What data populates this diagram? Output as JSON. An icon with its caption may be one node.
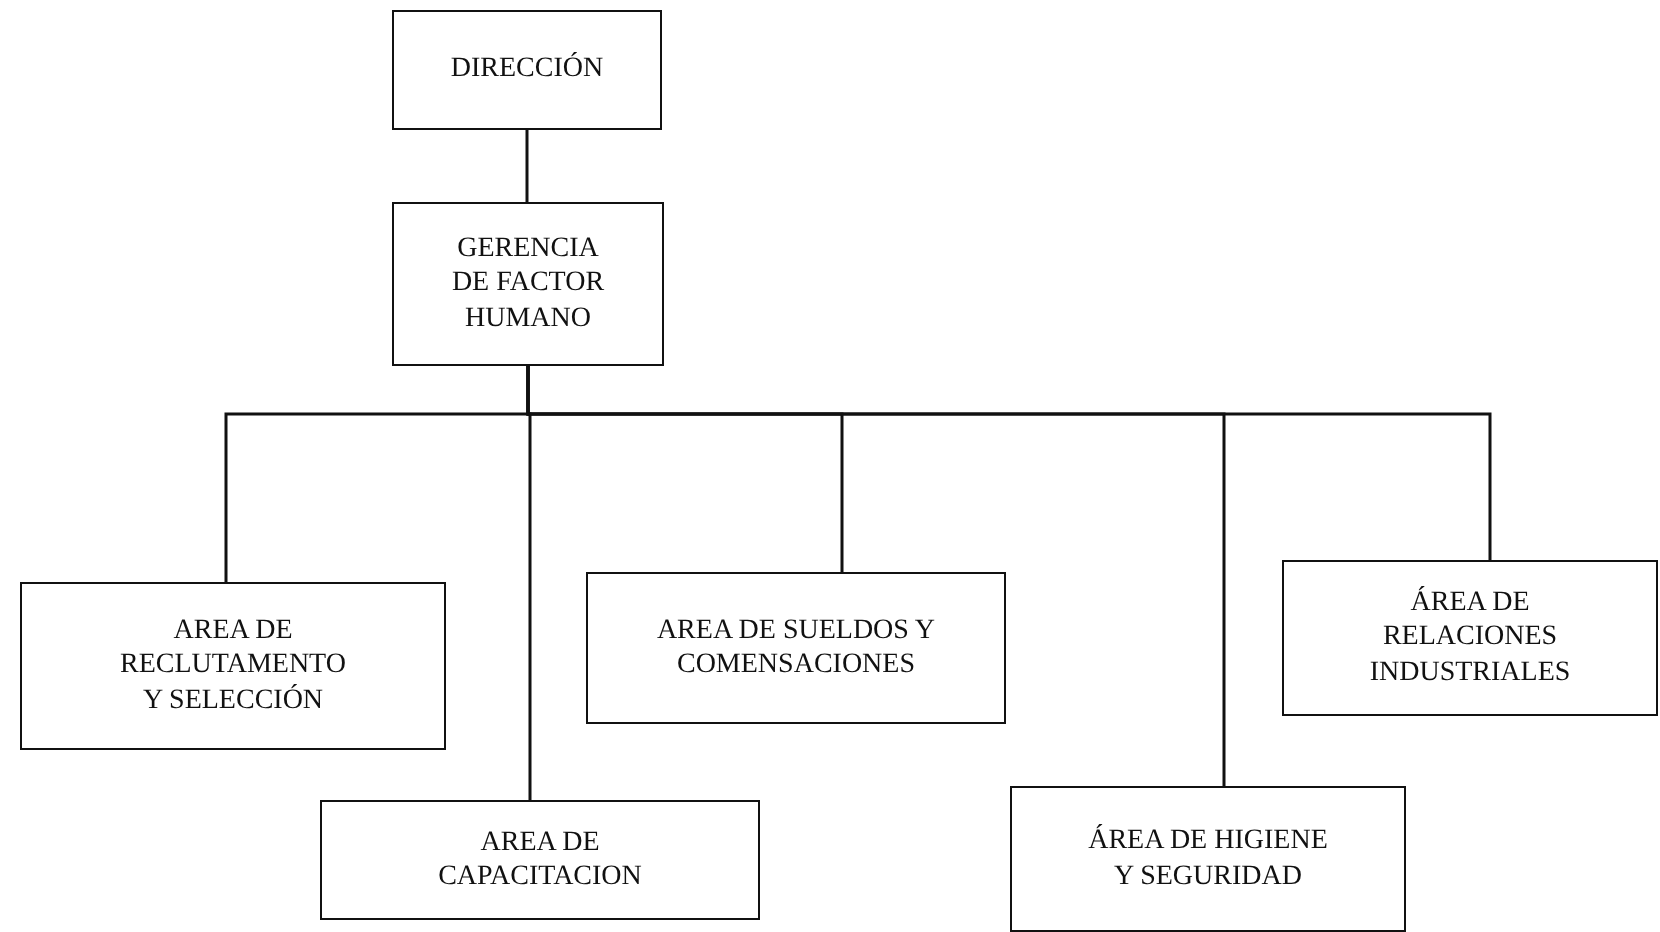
{
  "diagram": {
    "nodes": [
      {
        "text": [
          "DIRECCIÓN"
        ]
      },
      {
        "text": [
          "GERENCIA DE FACTOR HUMANO"
        ]
      },
      {
        "text": [
          "AREA DE RECLUTAMENTO Y SELECCIÓN"
        ]
      },
      {
        "text": [
          "AREA DE CAPACITACION"
        ]
      },
      {
        "text": [
          "AREA DE SUELDOS Y COMENSACIONES"
        ]
      },
      {
        "text": [
          "ÁREA DE HIGIENE Y SEGURIDAD"
        ]
      },
      {
        "text": [
          "ÁREA DE RELACIONES INDUSTRIALES"
        ]
      }
    ],
    "edges": [
      {
        "from": 0,
        "to": 1,
        "arrow": "none"
      },
      {
        "from": 1,
        "to": 2,
        "arrow": "none"
      },
      {
        "from": 1,
        "to": 3,
        "arrow": "none"
      },
      {
        "from": 1,
        "to": 4,
        "arrow": "none"
      },
      {
        "from": 1,
        "to": 5,
        "arrow": "none"
      },
      {
        "from": 1,
        "to": 6,
        "arrow": "none"
      }
    ]
  }
}
